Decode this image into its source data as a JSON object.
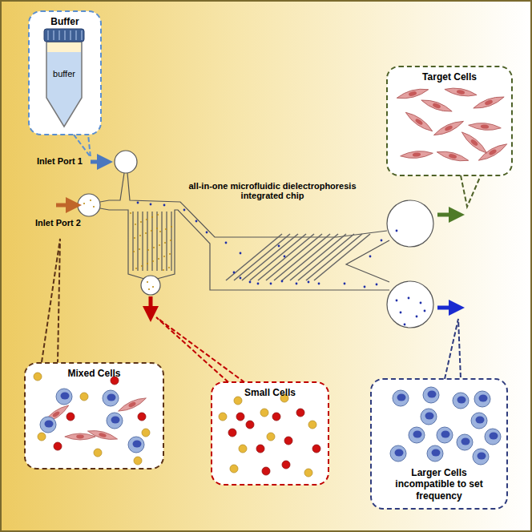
{
  "diagram": {
    "nodes": [
      {
        "text": [
          "Buffer"
        ]
      },
      {
        "text": [
          "Target Cells"
        ]
      },
      {
        "text": [
          "Mixed Cells"
        ]
      },
      {
        "text": [
          "Small Cells"
        ]
      },
      {
        "text": [
          "Larger Cells incompatible to set frequency"
        ]
      }
    ],
    "labels": [
      "buffer",
      "Inlet Port 1",
      "Inlet Port 2",
      "all-in-one microfluidic dielectrophoresis integrated chip"
    ]
  }
}
